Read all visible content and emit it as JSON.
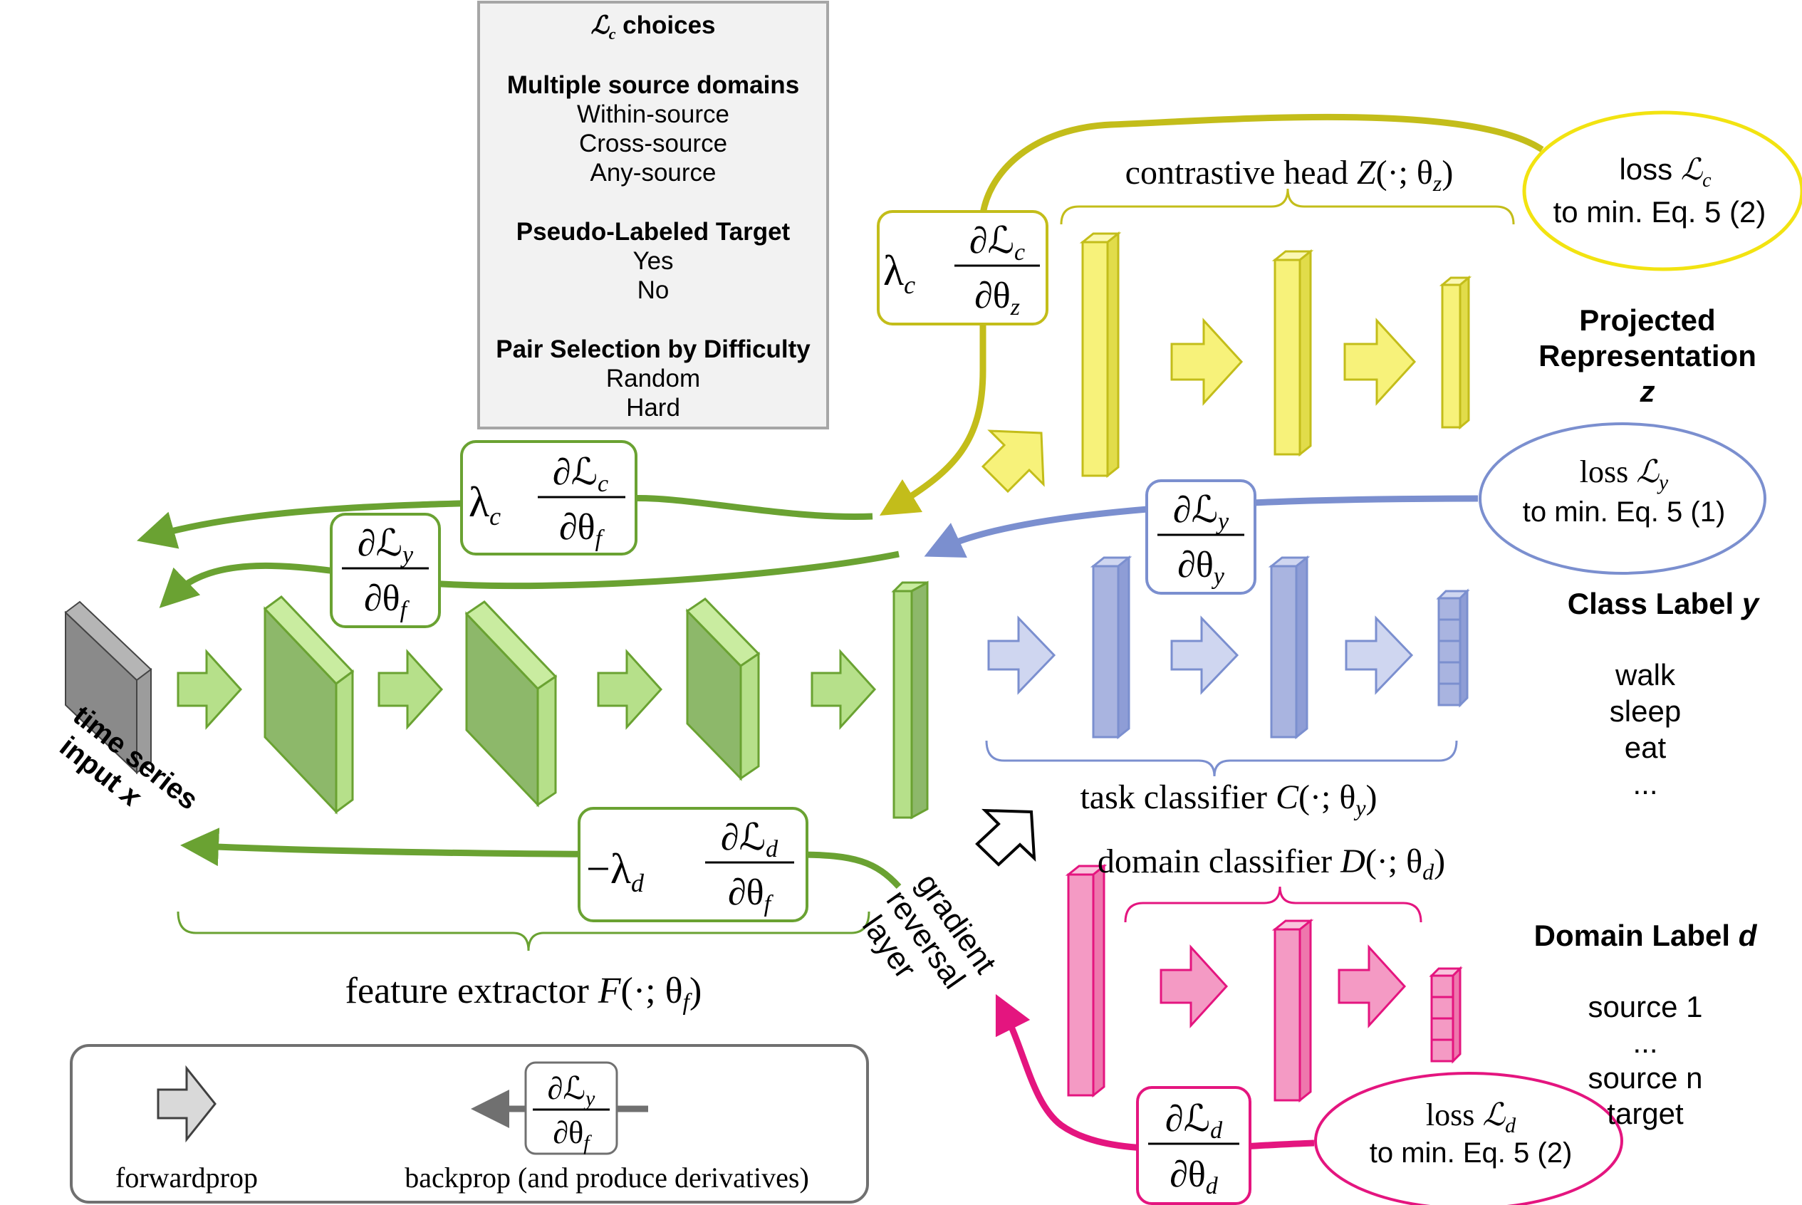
{
  "lc_choices_box": {
    "title_symbol": "ℒ",
    "title_sub": "c",
    "title_rest": " choices",
    "sections": [
      {
        "heading": "Multiple source domains",
        "items": [
          "Within-source",
          "Cross-source",
          "Any-source"
        ]
      },
      {
        "heading": "Pseudo-Labeled Target",
        "items": [
          "Yes",
          "No"
        ]
      },
      {
        "heading": "Pair Selection by Difficulty",
        "items": [
          "Random",
          "Hard"
        ]
      }
    ]
  },
  "input": {
    "line1": "time series",
    "line2": "input ",
    "var": "x"
  },
  "feature_extractor": {
    "label": "feature extractor ",
    "fn": "F",
    "args": "(·; θ",
    "sub": "f",
    "close": ")"
  },
  "task_classifier": {
    "label": "task classifier ",
    "fn": "C",
    "args": "(·; θ",
    "sub": "y",
    "close": ")"
  },
  "domain_classifier": {
    "label": "domain classifier ",
    "fn": "D",
    "args": "(·; θ",
    "sub": "d",
    "close": ")"
  },
  "contrastive_head": {
    "label": "contrastive head ",
    "fn": "Z",
    "args": "(·; θ",
    "sub": "z",
    "close": ")"
  },
  "gradient_reversal": {
    "line1": "gradient",
    "line2": "reversal",
    "line3": "layer"
  },
  "projected_rep": {
    "line1": "Projected",
    "line2": "Representation",
    "var": "z"
  },
  "class_label": {
    "title": "Class Label ",
    "var": "y",
    "items": [
      "walk",
      "sleep",
      "eat",
      "..."
    ]
  },
  "domain_label": {
    "title": "Domain Label ",
    "var": "d",
    "items": [
      "source 1",
      "...",
      "source n",
      "target"
    ]
  },
  "losses": {
    "contrastive": {
      "word": "loss ",
      "sym": "ℒ",
      "sub": "c",
      "line2": "to min. Eq. 5 (2)"
    },
    "task": {
      "word": "loss ",
      "sym": "ℒ",
      "sub": "y",
      "line2": "to min. Eq. 5 (1)"
    },
    "domain": {
      "word": "loss ",
      "sym": "ℒ",
      "sub": "d",
      "line2": "to min. Eq. 5 (2)"
    }
  },
  "gradients": {
    "contrastive_head": {
      "coef": "λ",
      "coef_sub": "c",
      "num": "∂ℒ",
      "num_sub": "c",
      "den": "∂θ",
      "den_sub": "z"
    },
    "contrastive_feat": {
      "coef": "λ",
      "coef_sub": "c",
      "num": "∂ℒ",
      "num_sub": "c",
      "den": "∂θ",
      "den_sub": "f"
    },
    "task_feat": {
      "num": "∂ℒ",
      "num_sub": "y",
      "den": "∂θ",
      "den_sub": "f"
    },
    "task_head": {
      "num": "∂ℒ",
      "num_sub": "y",
      "den": "∂θ",
      "den_sub": "y"
    },
    "domain_feat": {
      "coef": "−λ",
      "coef_sub": "d",
      "num": "∂ℒ",
      "num_sub": "d",
      "den": "∂θ",
      "den_sub": "f"
    },
    "domain_head": {
      "num": "∂ℒ",
      "num_sub": "d",
      "den": "∂θ",
      "den_sub": "d"
    }
  },
  "legend": {
    "forward_label": "forwardprop",
    "backward_label": "backprop (and produce derivatives)",
    "sample": {
      "num": "∂ℒ",
      "num_sub": "y",
      "den": "∂θ",
      "den_sub": "f"
    }
  },
  "colors": {
    "green": "#6aa232",
    "green_fill": "#b6e08a",
    "green_dark": "#8db86a",
    "yellow": "#c3bd1a",
    "yellow_fill": "#f7f27a",
    "blue": "#7b8fcf",
    "blue_fill": "#a9b4e0",
    "pink": "#e4157f",
    "pink_fill": "#f49ac4",
    "gray": "#707070"
  }
}
